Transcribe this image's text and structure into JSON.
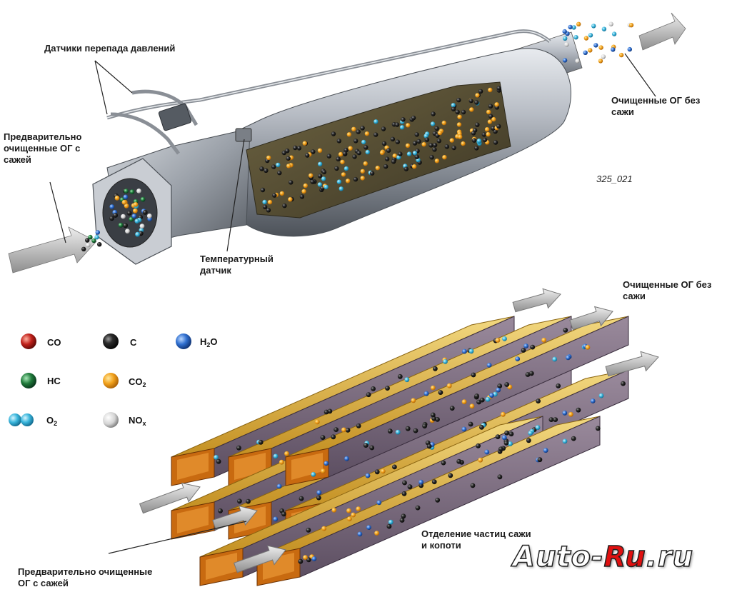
{
  "labels": {
    "pressure_sensors": "Датчики перепада давлений",
    "pre_cleaned_top": "Предварительно\nочищенные ОГ с\nсажей",
    "cleaned_top": "Очищенные ОГ без\nсажи",
    "temp_sensor": "Температурный\nдатчик",
    "figure_id": "325_021",
    "cleaned_bottom": "Очищенные ОГ без\nсажи",
    "soot_separation": "Отделение частиц сажи\nи копоти",
    "pre_cleaned_bottom": "Предварительно очищенные\nОГ с сажей"
  },
  "legend": [
    {
      "key": "co",
      "label": "CO",
      "sub": "",
      "color": "#c0201a"
    },
    {
      "key": "c",
      "label": "C",
      "sub": "",
      "color": "#2a2a2a"
    },
    {
      "key": "h2o",
      "label": "H",
      "sub": "2",
      "suffix": "O",
      "color": "#2a6fd0"
    },
    {
      "key": "hc",
      "label": "HC",
      "sub": "",
      "color": "#1f7a3a"
    },
    {
      "key": "co2",
      "label": "CO",
      "sub": "2",
      "color": "#f0a020"
    },
    {
      "key": "o2",
      "label": "O",
      "sub": "2",
      "color": "#40b8e0"
    },
    {
      "key": "nox",
      "label": "NO",
      "sub": "x",
      "color": "#d8d8d8"
    }
  ],
  "watermark": {
    "part1": "Auto-",
    "part2": "Ru",
    "part3": ".ru"
  },
  "colors": {
    "soot": "#2a2a2a",
    "co2": "#f0a020",
    "o2": "#40b8e0",
    "h2o": "#2a6fd0",
    "filter_wall": "#d9a020",
    "filter_end": "#c86a10"
  }
}
